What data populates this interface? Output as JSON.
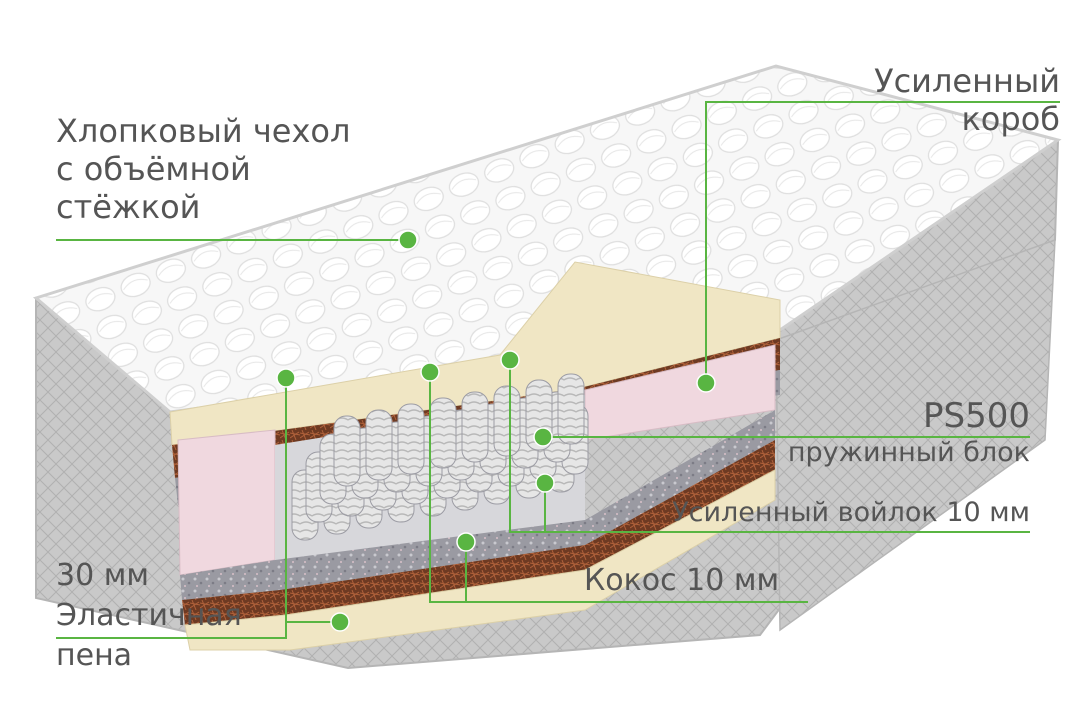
{
  "accent_color": "#59b542",
  "labels": {
    "cover": {
      "line1": "Хлопковый чехол",
      "line2": "с объёмной",
      "line3": "стёжкой"
    },
    "box": {
      "line1": "Усиленный",
      "line2": "короб"
    },
    "spring": {
      "model": "PS500",
      "desc": "пружинный блок"
    },
    "felt": "Усиленный войлок 10 мм",
    "coconut": "Кокос 10 мм",
    "foam": {
      "line1": "30 мм",
      "line2": "Эластичная",
      "line3": "пена"
    }
  }
}
